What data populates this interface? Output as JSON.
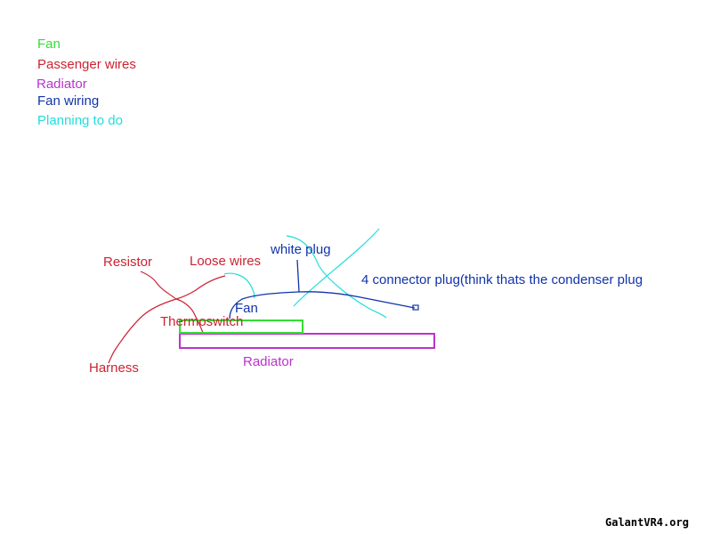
{
  "colors": {
    "fan": "#33dd33",
    "passenger_wires": "#cc2233",
    "radiator": "#bb33cc",
    "fan_wiring": "#1133aa",
    "planning": "#22dddd"
  },
  "legend": {
    "fan": "Fan",
    "passenger_wires": "Passenger wires",
    "radiator": "Radiator",
    "fan_wiring": "Fan wiring",
    "planning": "Planning to do"
  },
  "labels": {
    "resistor": "Resistor",
    "loose_wires": "Loose wires",
    "white_plug": "white plug",
    "connector_plug": "4 connector plug(think thats the condenser plug",
    "fan": "Fan",
    "thermoswitch": "Thermoswitch",
    "harness": "Harness",
    "radiator": "Radiator"
  },
  "watermark": "GalantVR4.org"
}
